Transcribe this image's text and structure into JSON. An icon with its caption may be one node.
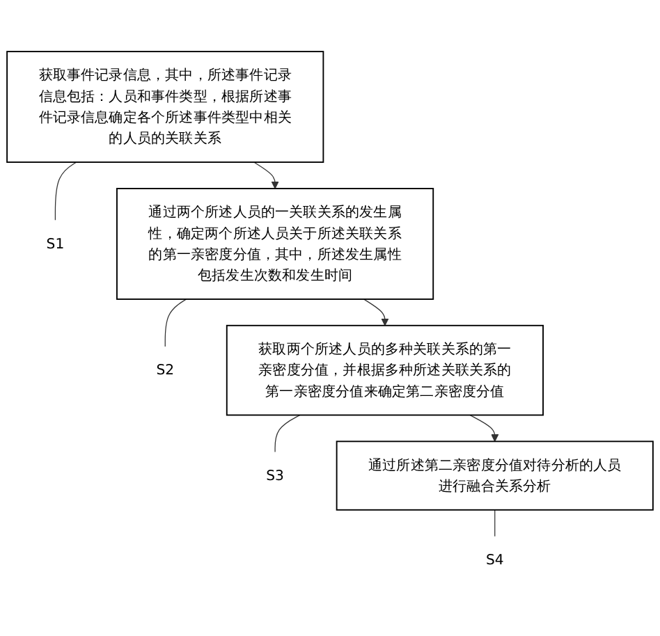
{
  "diagram": {
    "nodes": [
      {
        "text": [
          "获取事件记录信息，其中，所述事件记录信息包括：人员和事件类型，根据所述事件记录信息确定各个所述事件类型中相关的人员的关联关系"
        ]
      },
      {
        "text": [
          "S1"
        ]
      },
      {
        "text": [
          "通过两个所述人员的一关联关系的发生属性，确定两个所述人员关于所述关联关系的第一亲密度分值，其中，所述发生属性包括发生次数和发生时间"
        ]
      },
      {
        "text": [
          "S2"
        ]
      },
      {
        "text": [
          "获取两个所述人员的多种关联关系的第一亲密度分值，并根据多种所述关联关系的第一亲密度分值来确定第二亲密度分值"
        ]
      },
      {
        "text": [
          "S3"
        ]
      },
      {
        "text": [
          "通过所述第二亲密度分值对待分析的人员进行融合关系分析"
        ]
      },
      {
        "text": [
          "S4"
        ]
      }
    ],
    "edges": [
      {
        "from": 0,
        "to": 2,
        "arrow": "to"
      },
      {
        "from": 0,
        "to": 1,
        "arrow": "none"
      },
      {
        "from": 2,
        "to": 4,
        "arrow": "to"
      },
      {
        "from": 2,
        "to": 3,
        "arrow": "none"
      },
      {
        "from": 4,
        "to": 6,
        "arrow": "to"
      },
      {
        "from": 4,
        "to": 5,
        "arrow": "none"
      },
      {
        "from": 6,
        "to": 7,
        "arrow": "none"
      }
    ]
  }
}
